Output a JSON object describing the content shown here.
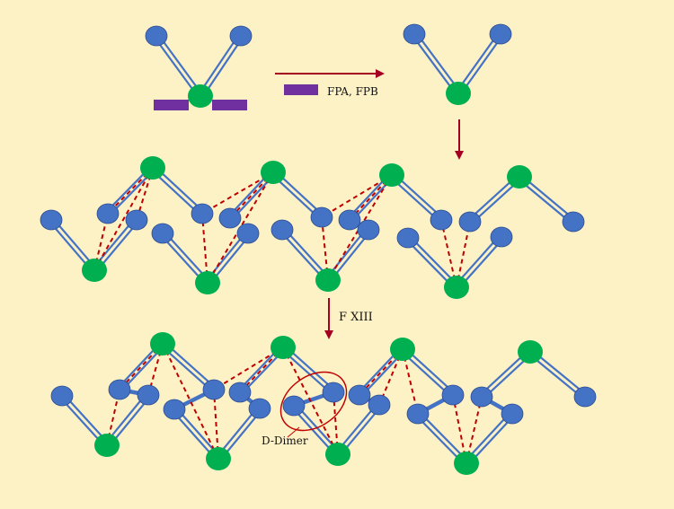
{
  "labels": {
    "cleavage": "FPA, FPB",
    "factor": "F XIII",
    "dimer": "D-Dimer"
  },
  "colors": {
    "background": "#FDF2C6",
    "d_domain": "#4472C4",
    "e_domain": "#00B050",
    "fibrinopeptide": "#7030A0",
    "arrow": "#A50021",
    "crosslink": "#C00000",
    "highlight": "#C00000"
  },
  "icons": {
    "d_domain": "blue-circle-icon",
    "e_domain": "green-circle-icon",
    "fibrinopeptide": "purple-bar-icon",
    "crosslink": "red-dashed-line-icon"
  }
}
